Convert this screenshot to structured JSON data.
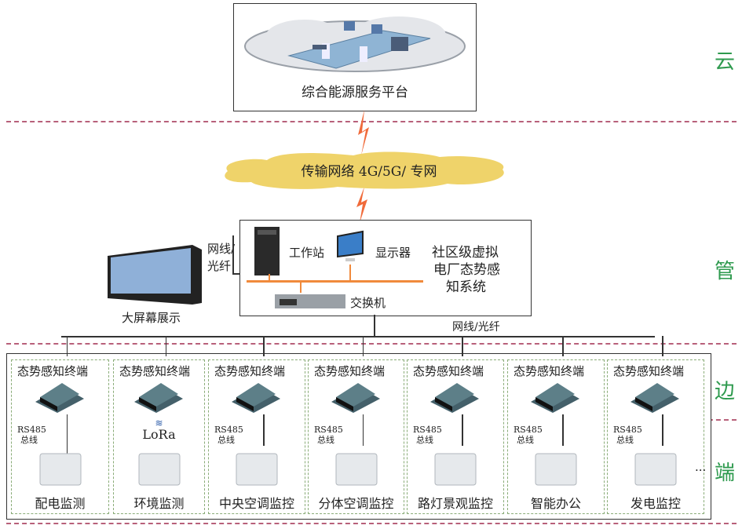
{
  "layers": {
    "cloud": "云",
    "pipe": "管",
    "edge": "边",
    "end": "端"
  },
  "cloud": {
    "title": "综合能源服务平台"
  },
  "network": {
    "label": "传输网络 4G/5G/ 专网"
  },
  "system": {
    "title_lines": [
      "社区级虚拟",
      "电厂态势感",
      "知系统"
    ],
    "workstation": "工作站",
    "monitor": "显示器",
    "switch": "交换机",
    "link_left": [
      "网线/",
      "光纤"
    ],
    "link_bottom": "网线/光纤"
  },
  "bigscreen": {
    "label": "大屏幕展示"
  },
  "terminal_label": "态势感知终端",
  "bus_label": [
    "RS485",
    "总线"
  ],
  "lora_label": "LoRa",
  "ellipsis": "···",
  "more": "···",
  "cells": [
    {
      "name": "配电监测",
      "bus": "rs485"
    },
    {
      "name": "环境监测",
      "bus": "lora"
    },
    {
      "name": "中央空调监控",
      "bus": "rs485"
    },
    {
      "name": "分体空调监控",
      "bus": "rs485"
    },
    {
      "name": "路灯景观监控",
      "bus": "rs485"
    },
    {
      "name": "智能办公",
      "bus": "rs485"
    },
    {
      "name": "发电监控",
      "bus": "rs485"
    }
  ],
  "colors": {
    "layer_text": "#2e9a4e",
    "divider": "#b8607a",
    "cloud_fill": "#efd36a",
    "lightning": "#f06a3a",
    "lan": "#f08a3c"
  }
}
